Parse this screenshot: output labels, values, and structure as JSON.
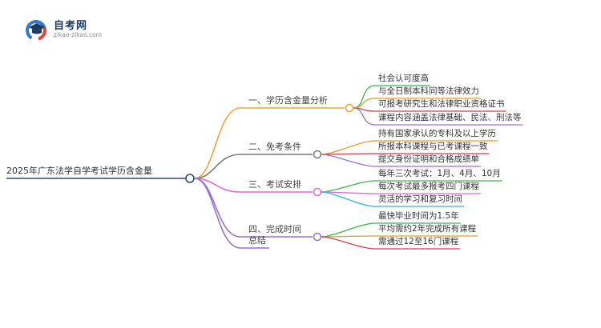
{
  "logo": {
    "name": "自考网",
    "url": "zikao-zikao.com"
  },
  "colors": {
    "root_line": "#2f4a7a",
    "node_fill": "#ffffff",
    "branches": [
      "#f4a33a",
      "#7a7a7a",
      "#e06ad0",
      "#9b6fd1",
      "#9b6fd1"
    ],
    "leaves": [
      [
        "#3cb44b",
        "#e39b2c",
        "#c9424a",
        "#9b6fd1"
      ],
      [
        "#e39b2c",
        "#c9424a",
        "#9b6fd1"
      ],
      [
        "#3cb44b",
        "#e06ad0",
        "#2bb8d6"
      ],
      [
        "#3cb44b",
        "#e39b2c",
        "#c9424a"
      ],
      []
    ]
  },
  "root": {
    "label": "2025年广东法学自学考试学历含金量"
  },
  "branches": [
    {
      "label": "一、学历含金量分析",
      "leaves": [
        "社会认可度高",
        "与全日制本科同等法律效力",
        "可报考研究生和法律职业资格证书",
        "课程内容涵盖法律基础、民法、刑法等"
      ]
    },
    {
      "label": "二、免考条件",
      "leaves": [
        "持有国家承认的专科及以上学历",
        "所报本科课程与已考课程一致",
        "提交身份证明和合格成绩单"
      ]
    },
    {
      "label": "三、考试安排",
      "leaves": [
        "每年三次考试：1月、4月、10月",
        "每次考试最多报考四门课程",
        "灵活的学习和复习时间"
      ]
    },
    {
      "label": "四、完成时间",
      "leaves": [
        "最快毕业时间为1.5年",
        "平均需约2年完成所有课程",
        "需通过12至16门课程"
      ]
    },
    {
      "label": "总结",
      "leaves": []
    }
  ]
}
